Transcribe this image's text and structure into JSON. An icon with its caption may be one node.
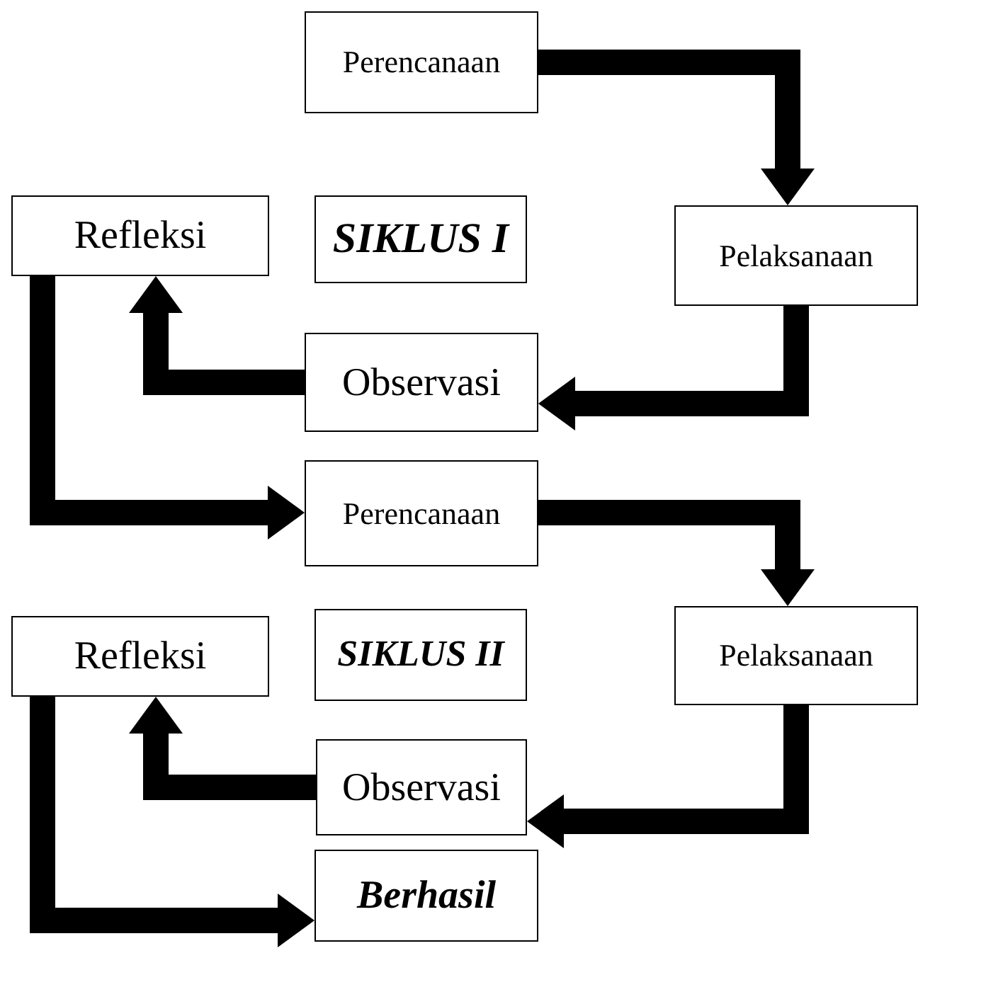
{
  "diagram": {
    "nodes": [
      {
        "text": [
          "Perencanaan"
        ]
      },
      {
        "text": [
          "Refleksi"
        ]
      },
      {
        "text": [
          "SIKLUS I"
        ]
      },
      {
        "text": [
          "Pelaksanaan"
        ]
      },
      {
        "text": [
          "Observasi"
        ]
      },
      {
        "text": [
          "Perencanaan"
        ]
      },
      {
        "text": [
          "Refleksi"
        ]
      },
      {
        "text": [
          "SIKLUS II"
        ]
      },
      {
        "text": [
          "Pelaksanaan"
        ]
      },
      {
        "text": [
          "Observasi"
        ]
      },
      {
        "text": [
          "Berhasil"
        ]
      }
    ],
    "edges": [
      {
        "from": 0,
        "to": 3,
        "arrow": "to"
      },
      {
        "from": 3,
        "to": 4,
        "arrow": "to"
      },
      {
        "from": 4,
        "to": 1,
        "arrow": "to"
      },
      {
        "from": 1,
        "to": 5,
        "arrow": "to"
      },
      {
        "from": 5,
        "to": 8,
        "arrow": "to"
      },
      {
        "from": 8,
        "to": 9,
        "arrow": "to"
      },
      {
        "from": 9,
        "to": 6,
        "arrow": "to"
      },
      {
        "from": 6,
        "to": 10,
        "arrow": "to"
      }
    ]
  }
}
